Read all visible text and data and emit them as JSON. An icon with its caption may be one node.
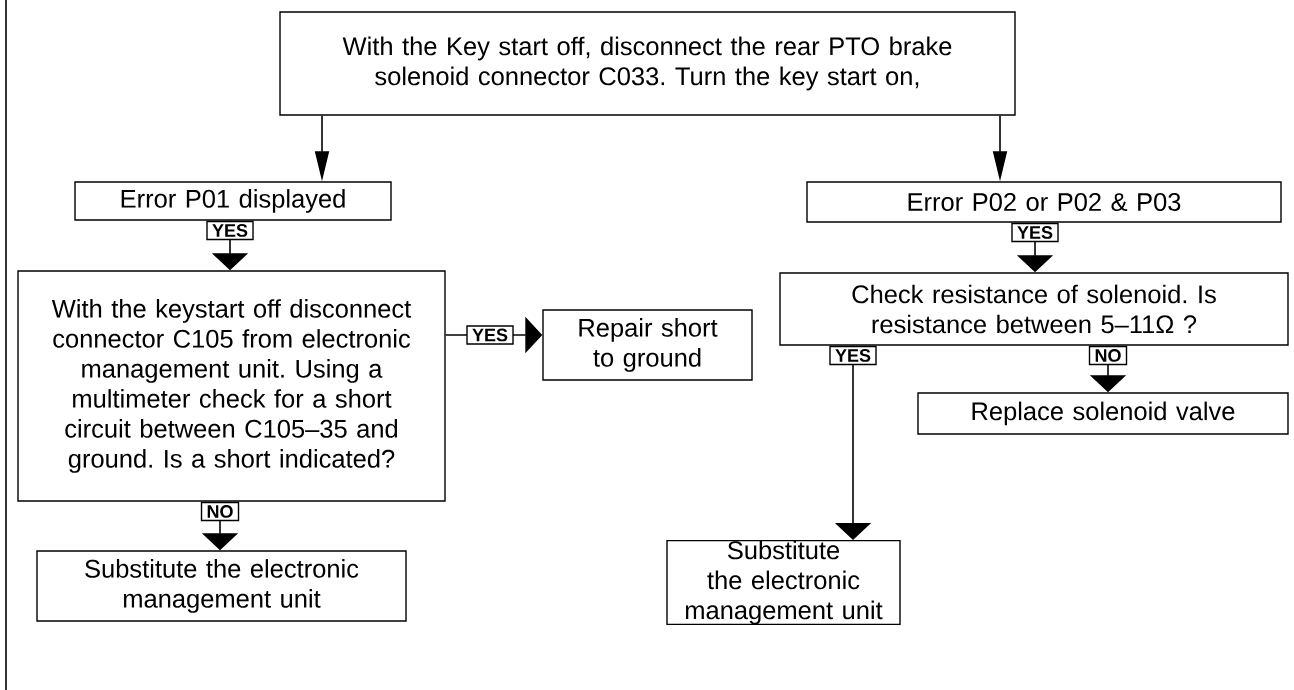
{
  "diagram": {
    "nodes": [
      {
        "text": [
          "With the Key start off, disconnect the rear PTO brake solenoid connector C033. Turn the key start on,"
        ]
      },
      {
        "text": [
          "Error P01 displayed"
        ]
      },
      {
        "text": [
          "Error P02 or P02 & P03"
        ]
      },
      {
        "text": [
          "With the keystart off disconnect connector C105 from electronic management unit. Using a multimeter check for a short circuit between C105–35 and ground. Is a short indicated?"
        ]
      },
      {
        "text": [
          "Repair short to ground"
        ]
      },
      {
        "text": [
          "Check resistance of solenoid. Is resistance between 5–11Ω ?"
        ]
      },
      {
        "text": [
          "Replace solenoid valve"
        ]
      },
      {
        "text": [
          "Substitute the electronic management unit"
        ]
      },
      {
        "text": [
          "Substitute the electronic management unit"
        ]
      }
    ],
    "edges": [
      {
        "from": 0,
        "to": 1,
        "arrow": "to"
      },
      {
        "from": 0,
        "to": 2,
        "arrow": "to"
      },
      {
        "from": 1,
        "to": 3,
        "arrow": "to",
        "label": "YES"
      },
      {
        "from": 3,
        "to": 4,
        "arrow": "to",
        "label": "YES"
      },
      {
        "from": 3,
        "to": 7,
        "arrow": "to",
        "label": "NO"
      },
      {
        "from": 2,
        "to": 5,
        "arrow": "to",
        "label": "YES"
      },
      {
        "from": 5,
        "to": 8,
        "arrow": "to",
        "label": "YES"
      },
      {
        "from": 5,
        "to": 6,
        "arrow": "to",
        "label": "NO"
      }
    ]
  }
}
